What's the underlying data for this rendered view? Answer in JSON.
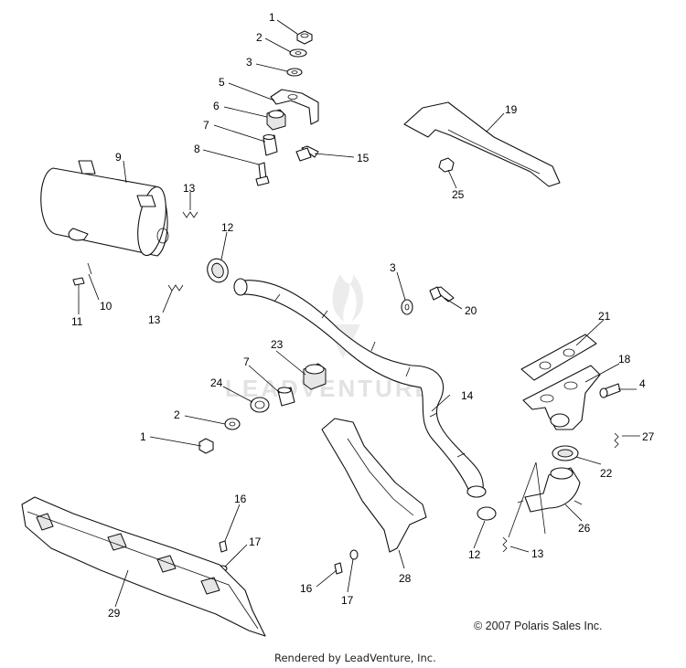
{
  "watermark": {
    "brand": "LEADVENTURE"
  },
  "footer": {
    "copyright": "© 2007 Polaris Sales Inc.",
    "rendered_by": "Rendered by LeadVenture, Inc."
  },
  "callouts": {
    "c1a": "1",
    "c2a": "2",
    "c3a": "3",
    "c5": "5",
    "c6": "6",
    "c7a": "7",
    "c8": "8",
    "c15": "15",
    "c9": "9",
    "c13a": "13",
    "c12a": "12",
    "c10": "10",
    "c11": "11",
    "c13b": "13",
    "c19": "19",
    "c25": "25",
    "c3b": "3",
    "c20": "20",
    "c21": "21",
    "c18": "18",
    "c4": "4",
    "c27": "27",
    "c23": "23",
    "c7b": "7",
    "c24": "24",
    "c2b": "2",
    "c1b": "1",
    "c14": "14",
    "c22": "22",
    "c26": "26",
    "c12b": "12",
    "c13c": "13",
    "c16a": "16",
    "c17a": "17",
    "c16b": "16",
    "c17b": "17",
    "c28": "28",
    "c29": "29"
  }
}
